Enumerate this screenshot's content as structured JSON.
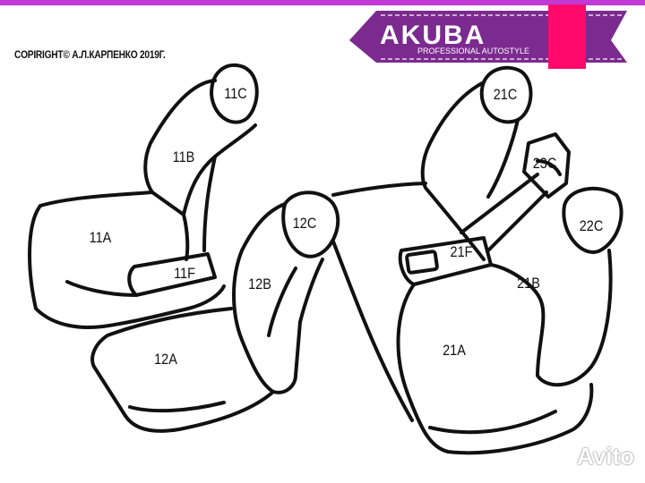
{
  "copyright": "COPIRIGHT© А.Л.КАРПЕНКО 2019Г.",
  "logo": {
    "brand": "AKUBA",
    "tagline": "PROFESSIONAL AUTOSTYLE",
    "color": "#7b2a8f",
    "accent": "#ff0a6c"
  },
  "labels": {
    "l11C": "11C",
    "l11B": "11B",
    "l11A": "11A",
    "l11F": "11F",
    "l12C": "12C",
    "l12B": "12B",
    "l12A": "12A",
    "l21C": "21C",
    "l23C": "23C",
    "l22C": "22C",
    "l21F": "21F",
    "l21B": "21B",
    "l21A": "21A"
  },
  "watermark": "Avito"
}
